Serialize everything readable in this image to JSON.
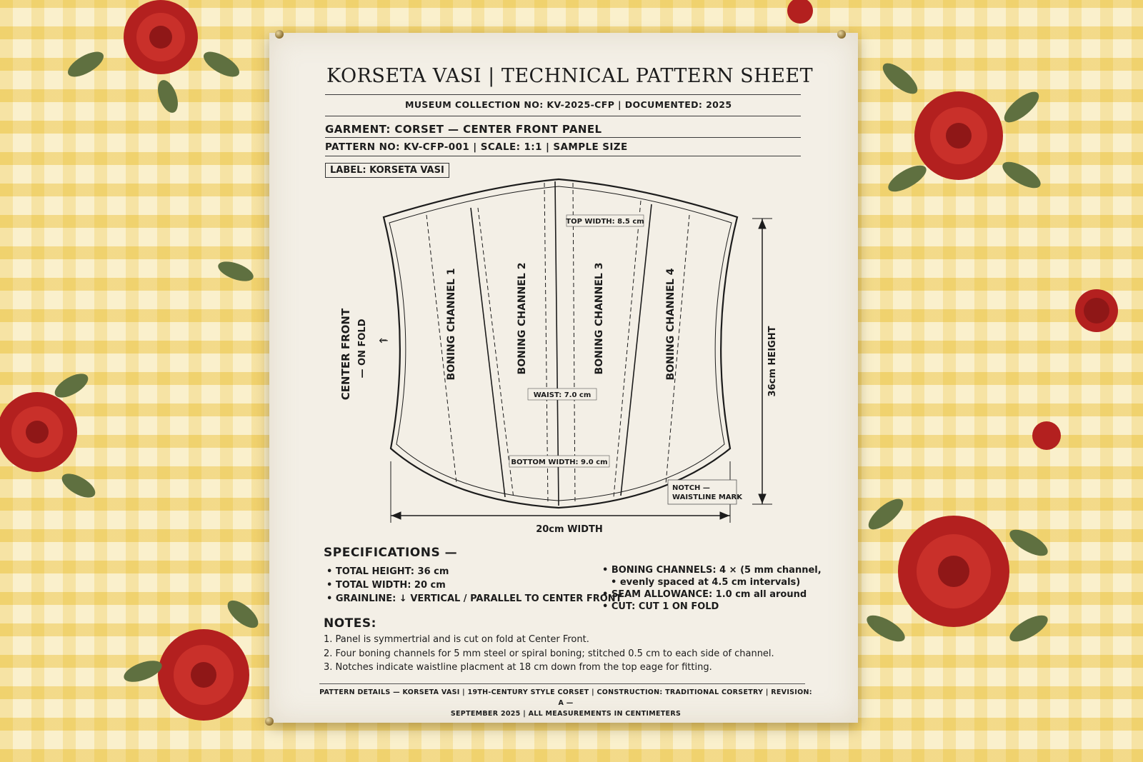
{
  "sheet": {
    "title": "KORSETA VASI  |  TECHNICAL PATTERN SHEET",
    "collection": "MUSEUM COLLECTION NO: KV-2025-CFP  |  DOCUMENTED: 2025",
    "garment": "GARMENT: CORSET — CENTER FRONT PANEL",
    "pattern_line": "PATTERN NO: KV-CFP-001   |   SCALE: 1:1   |   SAMPLE SIZE",
    "label": "LABEL: KORSETA VASI"
  },
  "diagram": {
    "top_width": "TOP WIDTH: 8.5 cm",
    "waist": "WAIST: 7.0 cm",
    "bottom_width": "BOTTOM WIDTH: 9.0 cm",
    "height": "36cm HEIGHT",
    "width": "20cm WIDTH",
    "center_front": "CENTER FRONT",
    "on_fold": "— ON FOLD",
    "arrow": "←",
    "notch_line1": "NOTCH —",
    "notch_line2": "WAISTLINE MARK",
    "channels": [
      "BONING CHANNEL 1",
      "BONING CHANNEL 2",
      "BONING CHANNEL 3",
      "BONING CHANNEL 4"
    ]
  },
  "specs": {
    "heading": "SPECIFICATIONS —",
    "left": [
      "TOTAL HEIGHT: 36 cm",
      "TOTAL WIDTH: 20 cm",
      "GRAINLINE: ↓ VERTICAL / PARALLEL TO CENTER FRONT"
    ],
    "right": [
      "BONING CHANNELS: 4 × (5 mm channel,",
      "evenly spaced at 4.5 cm intervals)",
      "SEAM ALLOWANCE: 1.0 cm all around",
      "CUT: CUT 1 ON FOLD"
    ]
  },
  "notes": {
    "heading": "NOTES:",
    "items": [
      "1. Panel is symmertrial and is cut on fold at Center Front.",
      "2. Four boning channels for 5 mm steel or spiral boning; stitched 0.5 cm to each side of channel.",
      "3. Notches indicate waistline placment at 18 cm down from the top eage for fitting."
    ]
  },
  "footer": {
    "line1": "PATTERN DETAILS —     KORSETA VASI  |  19TH-CENTURY STYLE CORSET  |  CONSTRUCTION: TRADITIONAL CORSETRY  |  REVISION: A —",
    "line2": "SEPTEMBER 2025  |  ALL MEASUREMENTS IN CENTIMETERS"
  },
  "colors": {
    "paper": "#f3efe6",
    "ink": "#1c1c1c",
    "gingham": "#f0cd5f",
    "rose": "#b3201f",
    "leaf": "#5f7040"
  },
  "icons": [
    "rose-embroidery",
    "push-pin"
  ]
}
